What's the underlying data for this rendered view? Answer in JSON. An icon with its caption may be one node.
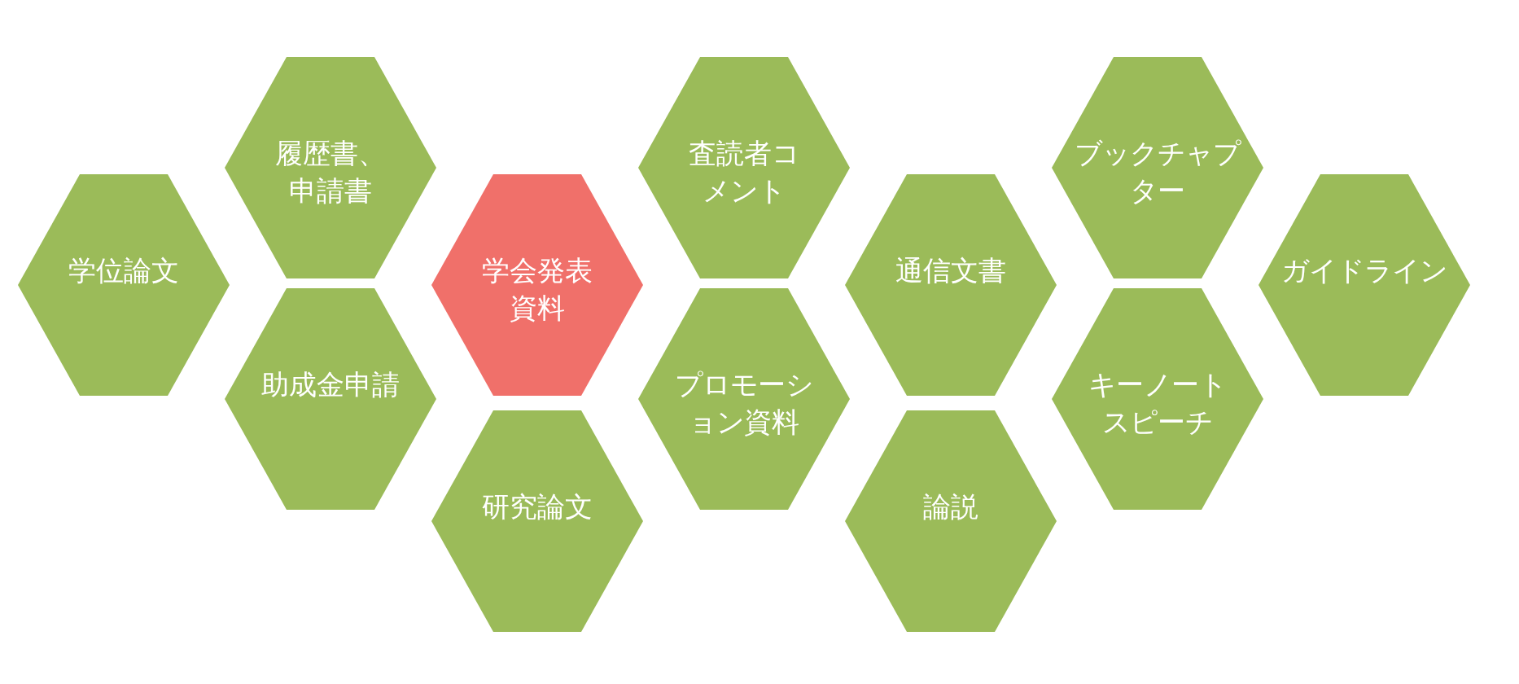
{
  "diagram": {
    "nodes": [
      {
        "text": [
          "学位論文"
        ]
      },
      {
        "text": [
          "履歴書、申請書"
        ]
      },
      {
        "text": [
          "助成金申請"
        ]
      },
      {
        "text": [
          "学会発表資料"
        ]
      },
      {
        "text": [
          "研究論文"
        ]
      },
      {
        "text": [
          "査読者コメント"
        ]
      },
      {
        "text": [
          "プロモーション資料"
        ]
      },
      {
        "text": [
          "通信文書"
        ]
      },
      {
        "text": [
          "論説"
        ]
      },
      {
        "text": [
          "ブックチャプター"
        ]
      },
      {
        "text": [
          "キーノートスピーチ"
        ]
      },
      {
        "text": [
          "ガイドライン"
        ]
      }
    ]
  }
}
